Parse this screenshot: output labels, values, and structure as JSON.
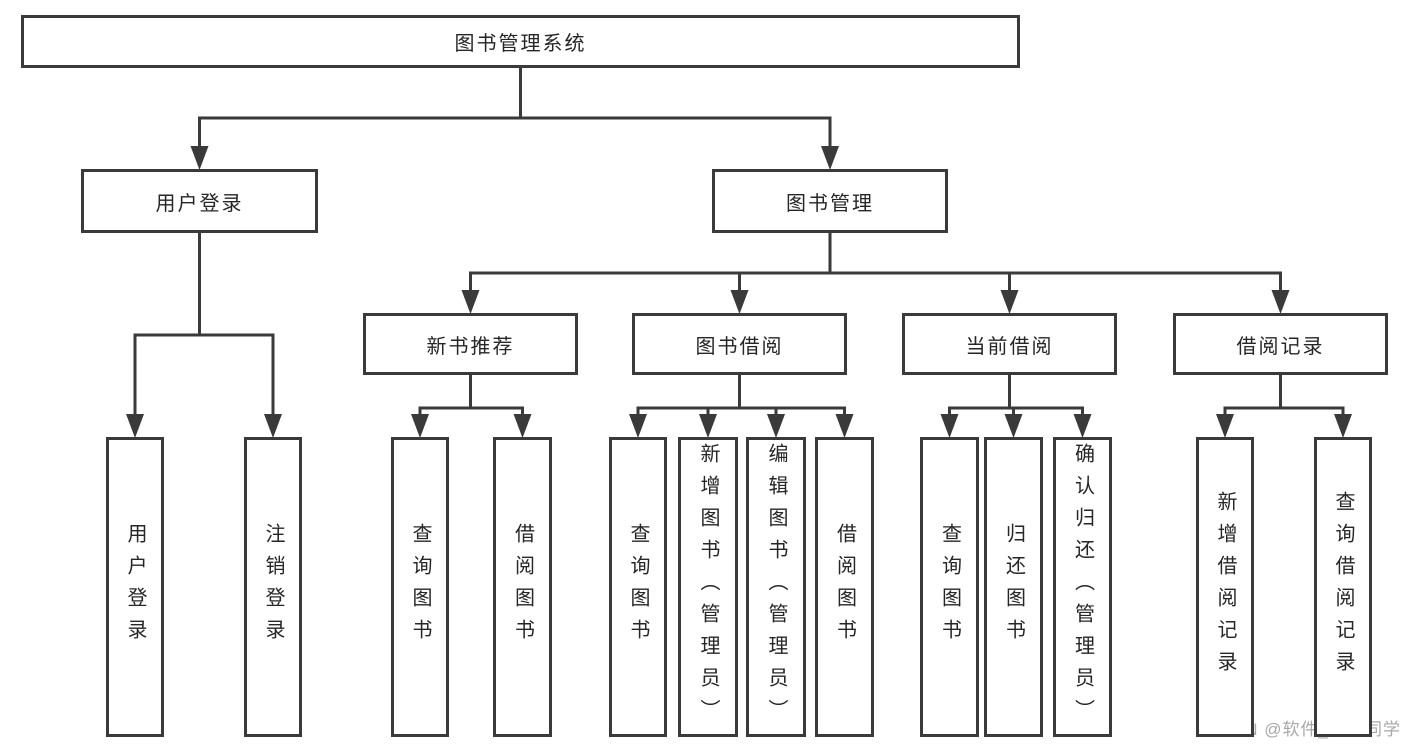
{
  "diagram": {
    "tree": {
      "label": "图书管理系统",
      "children": [
        {
          "label": "用户登录",
          "children": [
            {
              "label": "用户登录"
            },
            {
              "label": "注销登录"
            }
          ]
        },
        {
          "label": "图书管理",
          "children": [
            {
              "label": "新书推荐",
              "children": [
                {
                  "label": "查询图书"
                },
                {
                  "label": "借阅图书"
                }
              ]
            },
            {
              "label": "图书借阅",
              "children": [
                {
                  "label": "查询图书"
                },
                {
                  "label": "新增图书（管理员）"
                },
                {
                  "label": "编辑图书（管理员）"
                },
                {
                  "label": "借阅图书"
                }
              ]
            },
            {
              "label": "当前借阅",
              "children": [
                {
                  "label": "查询图书"
                },
                {
                  "label": "归还图书"
                },
                {
                  "label": "确认归还（管理员）"
                }
              ]
            },
            {
              "label": "借阅记录",
              "children": [
                {
                  "label": "新增借阅记录"
                },
                {
                  "label": "查询借阅记录"
                }
              ]
            }
          ]
        }
      ]
    }
  },
  "watermark": {
    "text": "CSDN @软件_小贺同学"
  },
  "colors": {
    "line": "#3a3a3a",
    "text": "#262626",
    "watermark": "#a8a8a8",
    "background": "#ffffff"
  }
}
